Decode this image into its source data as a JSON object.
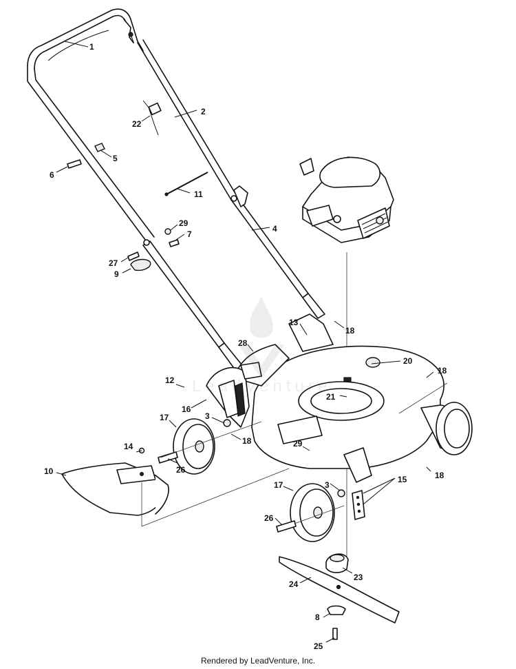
{
  "callouts": {
    "c1": "1",
    "c2": "2",
    "c3a": "3",
    "c3b": "3",
    "c4": "4",
    "c5": "5",
    "c6": "6",
    "c7": "7",
    "c8": "8",
    "c9": "9",
    "c10": "10",
    "c11": "11",
    "c12": "12",
    "c13": "13",
    "c14": "14",
    "c15": "15",
    "c16": "16",
    "c17a": "17",
    "c17b": "17",
    "c18a": "18",
    "c18b": "18",
    "c18c": "18",
    "c18d": "18",
    "c20": "20",
    "c21": "21",
    "c22": "22",
    "c23": "23",
    "c24": "24",
    "c25": "25",
    "c26a": "26",
    "c26b": "26",
    "c27": "27",
    "c28": "28",
    "c29a": "29",
    "c29b": "29"
  },
  "watermark": {
    "text": "LeadVenture"
  },
  "footer": {
    "text": "Rendered by LeadVenture, Inc."
  }
}
